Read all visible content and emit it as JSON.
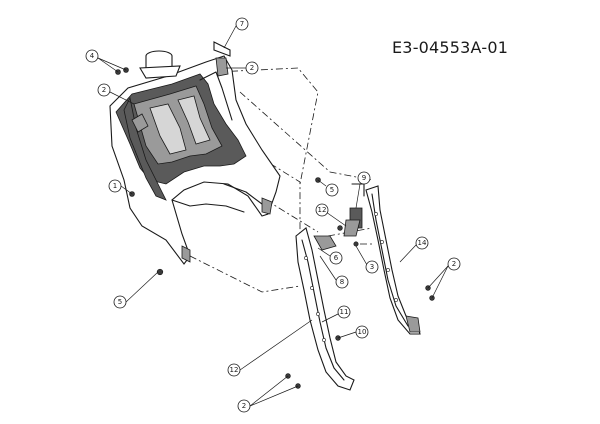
{
  "diagram_code": "E3-04553A-01",
  "callouts": [
    {
      "id": "c7",
      "label": "7"
    },
    {
      "id": "c4",
      "label": "4"
    },
    {
      "id": "c2a",
      "label": "2"
    },
    {
      "id": "c2b",
      "label": "2"
    },
    {
      "id": "c1",
      "label": "1"
    },
    {
      "id": "c5a",
      "label": "5"
    },
    {
      "id": "c9",
      "label": "9"
    },
    {
      "id": "c5b",
      "label": "5"
    },
    {
      "id": "c12a",
      "label": "12"
    },
    {
      "id": "c6",
      "label": "6"
    },
    {
      "id": "c3",
      "label": "3"
    },
    {
      "id": "c8",
      "label": "8"
    },
    {
      "id": "c14",
      "label": "14"
    },
    {
      "id": "c2c",
      "label": "2"
    },
    {
      "id": "c11",
      "label": "11"
    },
    {
      "id": "c10",
      "label": "10"
    },
    {
      "id": "c12b",
      "label": "12"
    },
    {
      "id": "c2d",
      "label": "2"
    }
  ]
}
